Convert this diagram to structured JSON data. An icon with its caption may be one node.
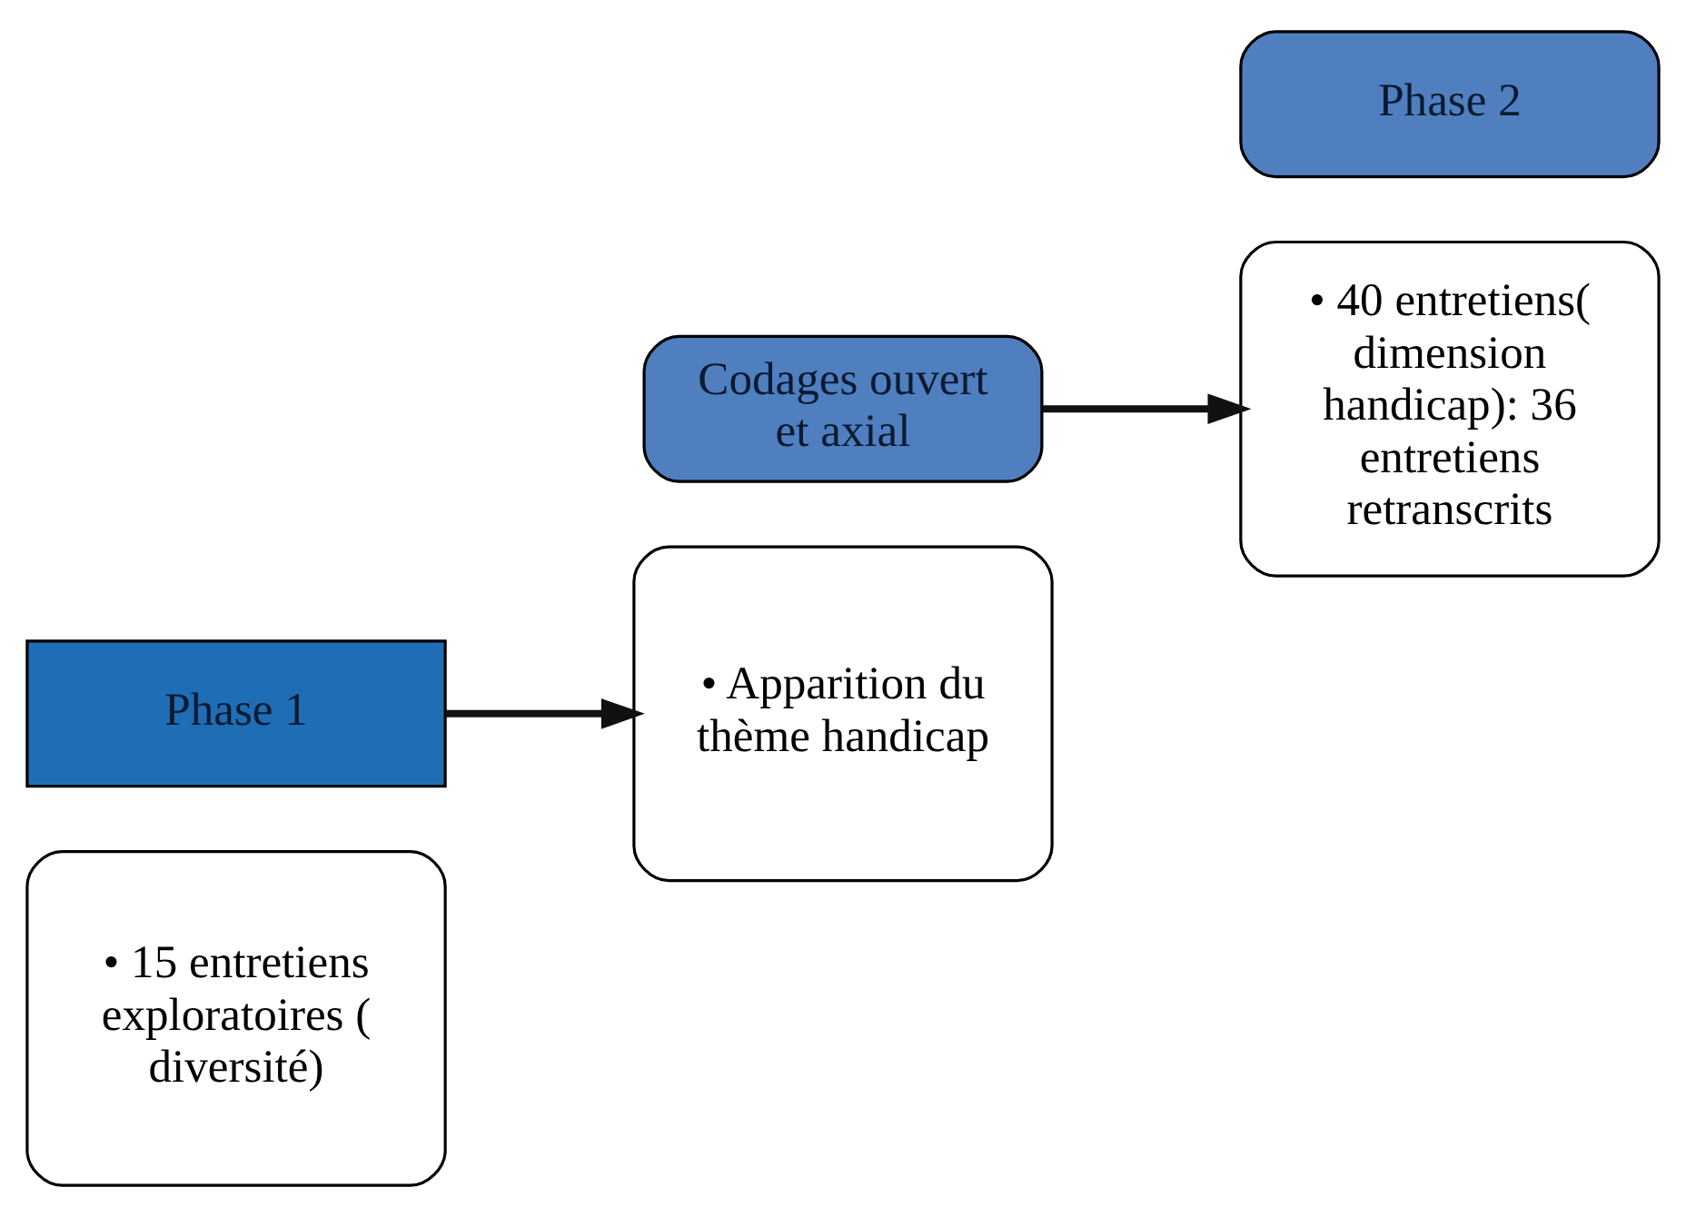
{
  "diagram": {
    "nodes": [
      {
        "text": [
          "• 15 entretiens exploratoires ( diversité)"
        ]
      },
      {
        "text": [
          "Phase 1"
        ]
      },
      {
        "text": [
          "Codages ouvert et axial"
        ]
      },
      {
        "text": [
          "• Apparition du thème handicap"
        ]
      },
      {
        "text": [
          "• 40 entretiens( dimension handicap): 36 entretiens retranscrits"
        ]
      },
      {
        "text": [
          "Phase 2"
        ]
      }
    ],
    "edges": [
      {
        "from": 1,
        "to": 3,
        "arrow": "to"
      },
      {
        "from": 2,
        "to": 4,
        "arrow": "to"
      }
    ]
  }
}
